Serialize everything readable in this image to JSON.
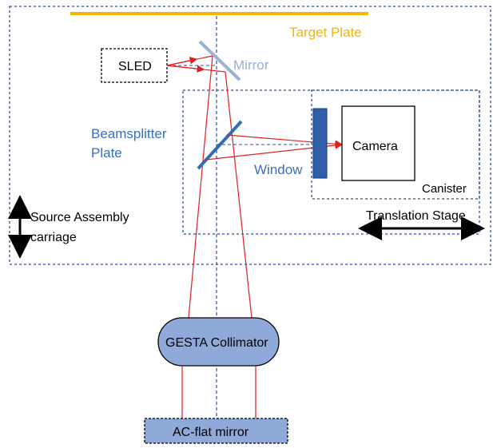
{
  "labels": {
    "target_plate": "Target Plate",
    "sled": "SLED",
    "mirror": "Mirror",
    "beamsplitter_line1": "Beamsplitter",
    "beamsplitter_line2": "Plate",
    "window": "Window",
    "camera": "Camera",
    "canister": "Canister",
    "translation_stage": "Translation Stage",
    "source_assembly_line1": "Source Assembly",
    "source_assembly_line2": "carriage",
    "collimator": "GESTA Collimator",
    "ac_flat_mirror": "AC-flat mirror"
  },
  "colors": {
    "target_plate": "#f2b705",
    "mirror": "#9ab0d8",
    "beamsplitter": "#2e6db4",
    "window_fill": "#2f5fa8",
    "label_blue": "#3a6fc0",
    "beam": "#e02020",
    "dashed_frame": "#2f4f8f",
    "collimator_fill": "#8fa9d8",
    "flat_mirror_fill": "#8fa9d8"
  }
}
